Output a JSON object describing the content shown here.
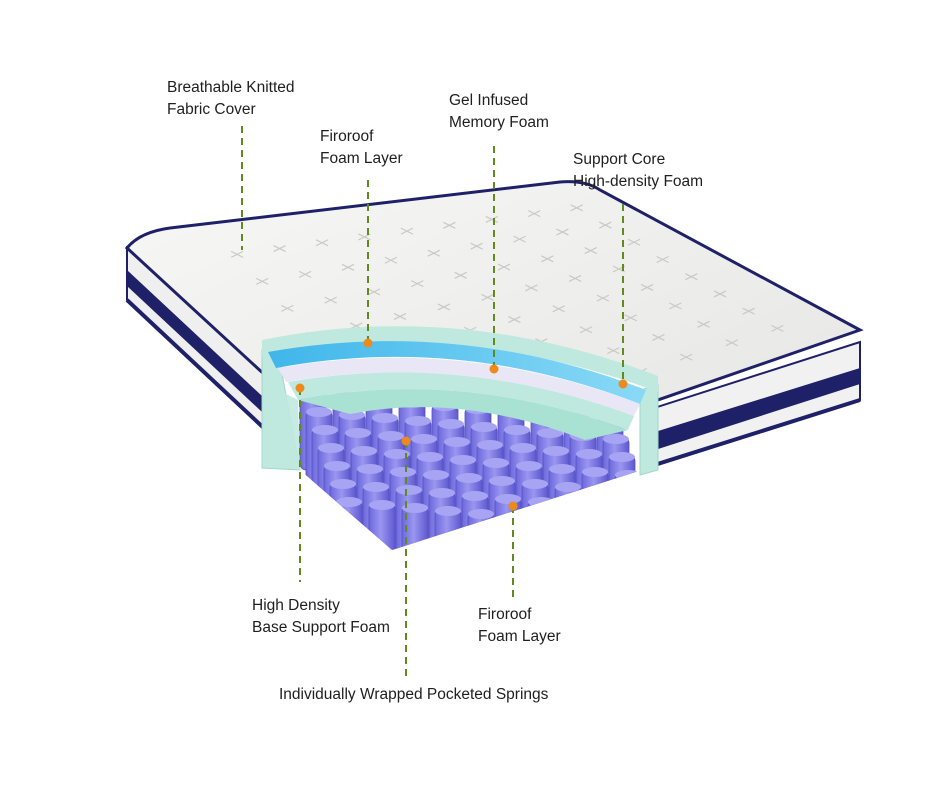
{
  "colors": {
    "leader_line": "#5e8a1e",
    "dot": "#ec8a1c",
    "navy_trim": "#1f2168",
    "cover": "#f2f2f0",
    "comfort_foam": "#bfe9df",
    "gel_foam": "#5bc6ee",
    "springs": "#7f7ae6"
  },
  "labels": {
    "cover": {
      "lines": [
        "Breathable Knitted",
        "Fabric Cover"
      ],
      "icon": "fabric-cover"
    },
    "foam_top": {
      "lines": [
        "Firoroof",
        "Foam Layer"
      ],
      "icon": "foam-layer"
    },
    "gel": {
      "lines": [
        "Gel Infused",
        "Memory Foam"
      ],
      "icon": "gel-memory-foam"
    },
    "support": {
      "lines": [
        "Support Core",
        "High-density Foam"
      ],
      "icon": "support-core"
    },
    "base": {
      "lines": [
        "High Density",
        "Base Support Foam"
      ],
      "icon": "base-foam"
    },
    "foam_bottom": {
      "lines": [
        "Firoroof",
        "Foam Layer"
      ],
      "icon": "foam-layer"
    },
    "springs": {
      "lines": [
        "Individually  Wrapped Pocketed Springs"
      ],
      "icon": "pocket-springs"
    }
  }
}
